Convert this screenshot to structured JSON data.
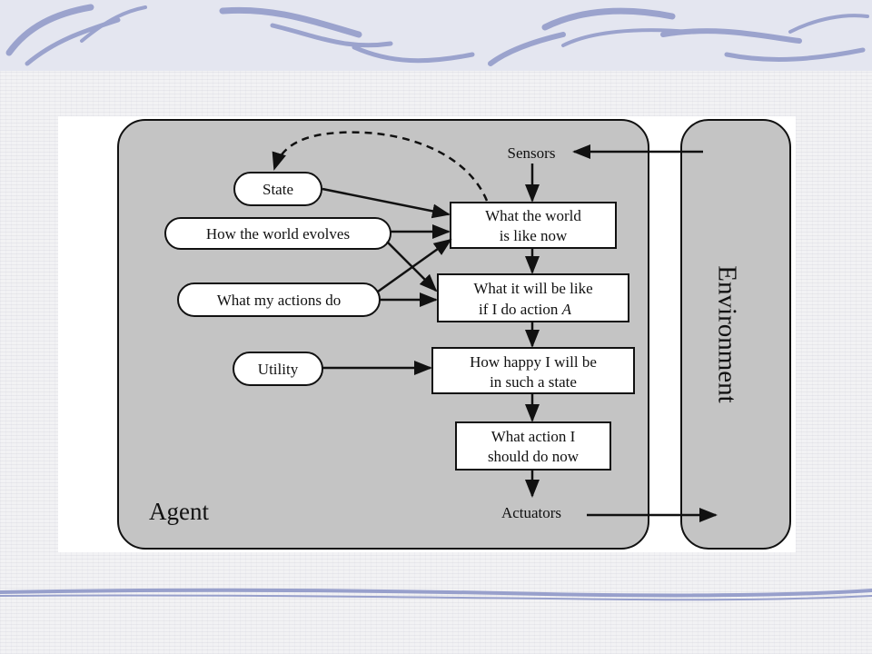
{
  "diagram": {
    "agent_label": "Agent",
    "environment_label": "Environment",
    "sensors": "Sensors",
    "actuators": "Actuators",
    "state": "State",
    "world_evolves": "How the world evolves",
    "actions_do": "What my actions do",
    "utility": "Utility",
    "box_world_now": [
      "What the world",
      "is like now"
    ],
    "box_will_be_like": [
      "What it will be like",
      "if I do action",
      "A"
    ],
    "box_how_happy": [
      "How happy I will be",
      "in such a state"
    ],
    "box_what_action": [
      "What action I",
      "should do now"
    ]
  },
  "colors": {
    "agent_fill": "#c4c4c4",
    "environment_fill": "#c4c4c4",
    "stroke": "#111111",
    "deco_stroke": "#8f98c8"
  }
}
